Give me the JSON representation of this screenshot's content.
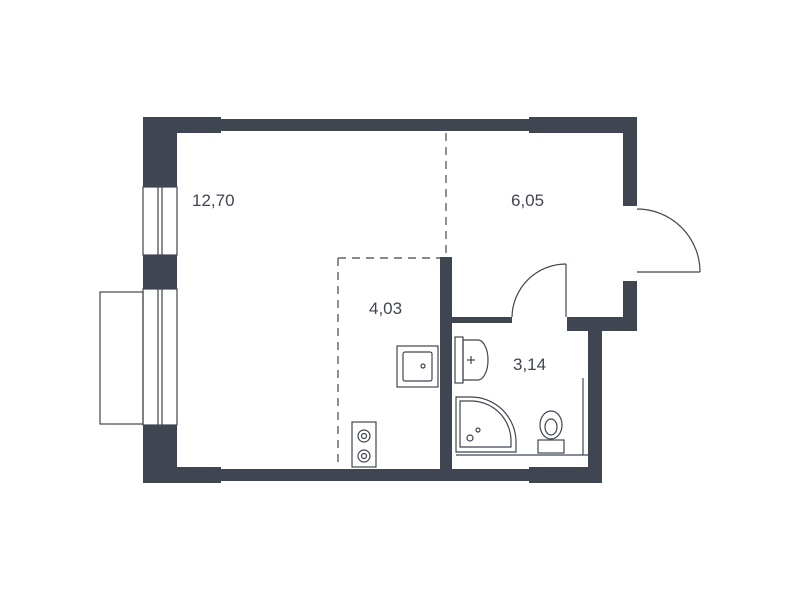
{
  "plan": {
    "colors": {
      "wall": "#3f4551",
      "background": "#ffffff"
    },
    "rooms": [
      {
        "id": "living",
        "area": "12,70"
      },
      {
        "id": "hall",
        "area": "6,05"
      },
      {
        "id": "kitchen",
        "area": "4,03"
      },
      {
        "id": "bathroom",
        "area": "3,14"
      }
    ]
  }
}
